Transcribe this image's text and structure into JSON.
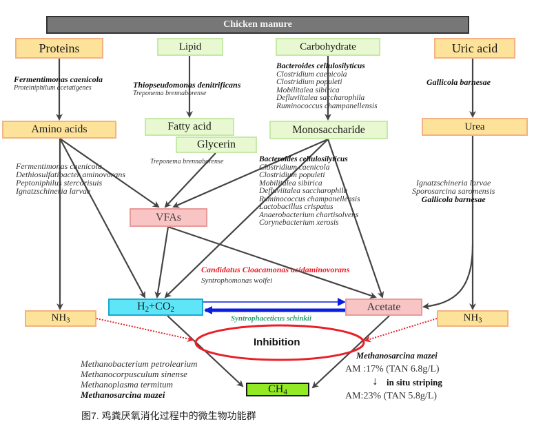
{
  "header": {
    "title": "Chicken manure"
  },
  "substrates": {
    "proteins": "Proteins",
    "lipid": "Lipid",
    "carbohydrate": "Carbohydrate",
    "uric_acid": "Uric acid"
  },
  "intermediates": {
    "amino_acids": "Amino acids",
    "fatty_acid": "Fatty acid",
    "glycerin": "Glycerin",
    "monosaccharide": "Monosaccharide",
    "urea": "Urea",
    "vfas": "VFAs",
    "h2co2_base": "H",
    "h2co2_sub1": "2",
    "h2co2_mid": "+CO",
    "h2co2_sub2": "2",
    "acetate": "Acetate",
    "nh3_base": "NH",
    "nh3_sub": "3",
    "ch4_base": "CH",
    "ch4_sub": "4",
    "inhibition": "Inhibition"
  },
  "microbes": {
    "proteins_to_amino": [
      "Fermentimonas caenicola",
      "Proteiniphilum acetatigenes"
    ],
    "lipid_to_fatty": [
      "Thiopseudomonas denitrificans",
      "Treponema brennaborense"
    ],
    "carb_to_mono": [
      "Bacteroides cellulosilyticus",
      "Clostridium caenicola",
      "Clostridium populeti",
      "Mobilitalea sibirica",
      "Defluviitalea saccharophila",
      "Ruminococcus champanellensis"
    ],
    "uric_to_urea": [
      "Gallicola barnesae"
    ],
    "amino_acids_group": [
      "Fermentimonas caenicola",
      "Dethiosulfatibacter aminovorans",
      "Peptoniphilus stercorisuis",
      "Ignatzschineria larvae"
    ],
    "glycerin_group": [
      "Treponema brennaborense"
    ],
    "mono_group": [
      "Bacteroides cellulosilyticus",
      "Clostridium caenicola",
      "Clostridium populeti",
      "Mobilitalea sibirica",
      "Defluviitalea saccharophila",
      "Ruminococcus champanellensis",
      "Lactobacillus crispatus",
      "Anaerobacterium chartisolvens",
      "Corynebacterium xerosis"
    ],
    "urea_group": [
      "Ignatzschineria larvae",
      "Sporosarcina saromensis",
      "Gallicola barnesae"
    ],
    "vfa_syntrophs": [
      "Candidatus Cloacamonas acidaminovorans",
      "Syntrophomonas wolfei"
    ],
    "syntrophic_acetate": "Syntrophaceticus schinkii",
    "hydrogenotrophic": [
      "Methanobacterium petrolearium",
      "Methanocorpusculum sinense",
      "Methanoplasma termitum",
      "Methanosarcina mazei"
    ],
    "acetoclastic": "Methanosarcina mazei"
  },
  "stripping": {
    "before": "AM :17% (TAN 6.8g/L)",
    "arrow": "↓",
    "label": "in situ striping",
    "after": "AM:23% (TAN 5.8g/L)"
  },
  "caption": "图7. 鸡粪厌氧消化过程中的微生物功能群",
  "colors": {
    "arrow": "#444444",
    "inhibition": "#e8202a",
    "syntrophic_arrow": "#0a1ee0",
    "candidatus": "#e8202a",
    "syntrophaceticus": "#2aa070"
  }
}
